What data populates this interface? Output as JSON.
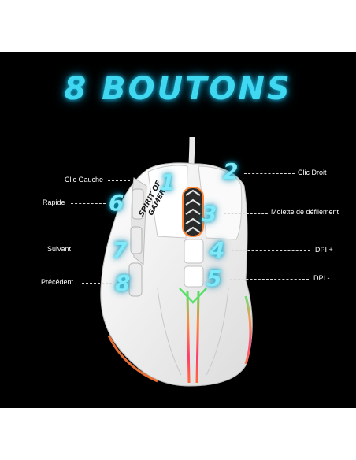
{
  "title": "8 BOUTONS",
  "brand_text": [
    "SPIRIT OF",
    "GAMER"
  ],
  "buttons": [
    {
      "number": "1",
      "label": "Clic Gauche"
    },
    {
      "number": "2",
      "label": "Clic Droit"
    },
    {
      "number": "3",
      "label": "Molette de défilement"
    },
    {
      "number": "4",
      "label": "DPI +"
    },
    {
      "number": "5",
      "label": "DPI -"
    },
    {
      "number": "6",
      "label": "Rapide"
    },
    {
      "number": "7",
      "label": "Suivant"
    },
    {
      "number": "8",
      "label": "Précédent"
    }
  ],
  "colors": {
    "background": "#000000",
    "accent": "#3fd8f0",
    "mouse": "#f2f2f2"
  }
}
